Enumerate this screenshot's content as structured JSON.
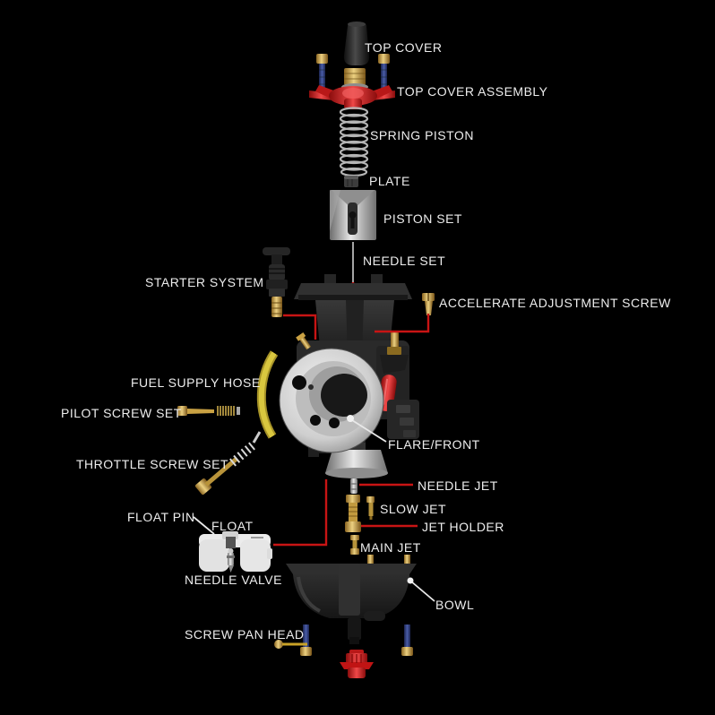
{
  "diagram": {
    "type": "exploded-parts-diagram",
    "subject": "Carburetor parts",
    "background": "#000000"
  },
  "colors": {
    "label_text": "#ededed",
    "connector_red": "#c81414",
    "connector_white": "#e8e8e8",
    "connector_gold": "#c9a227",
    "brass": "#c19a3f",
    "silver": "#c4c4c4",
    "screw_blue": "#2e3f7f",
    "anodized_red": "#d42020",
    "hose_yellow": "#d6c43c",
    "body_dark": "#262626",
    "float_white": "#e8e8e8"
  },
  "labels": {
    "top_cover": "TOP COVER",
    "top_cover_assembly": "TOP COVER ASSEMBLY",
    "spring_piston": "SPRING PISTON",
    "plate": "PLATE",
    "piston_set": "PISTON SET",
    "needle_set": "NEEDLE SET",
    "starter_system": "STARTER SYSTEM",
    "accelerate_adjustment_screw": "ACCELERATE ADJUSTMENT SCREW",
    "fuel_supply_hose": "FUEL SUPPLY HOSE",
    "pilot_screw_set": "PILOT SCREW SET",
    "flare_front": "FLARE/FRONT",
    "throttle_screw_set": "THROTTLE SCREW SET",
    "needle_jet": "NEEDLE JET",
    "slow_jet": "SLOW JET",
    "float_pin": "FLOAT PIN",
    "float": "FLOAT",
    "jet_holder": "JET HOLDER",
    "main_jet": "MAIN JET",
    "needle_valve": "NEEDLE VALVE",
    "bowl": "BOWL",
    "screw_pan_head": "SCREW PAN HEAD"
  }
}
